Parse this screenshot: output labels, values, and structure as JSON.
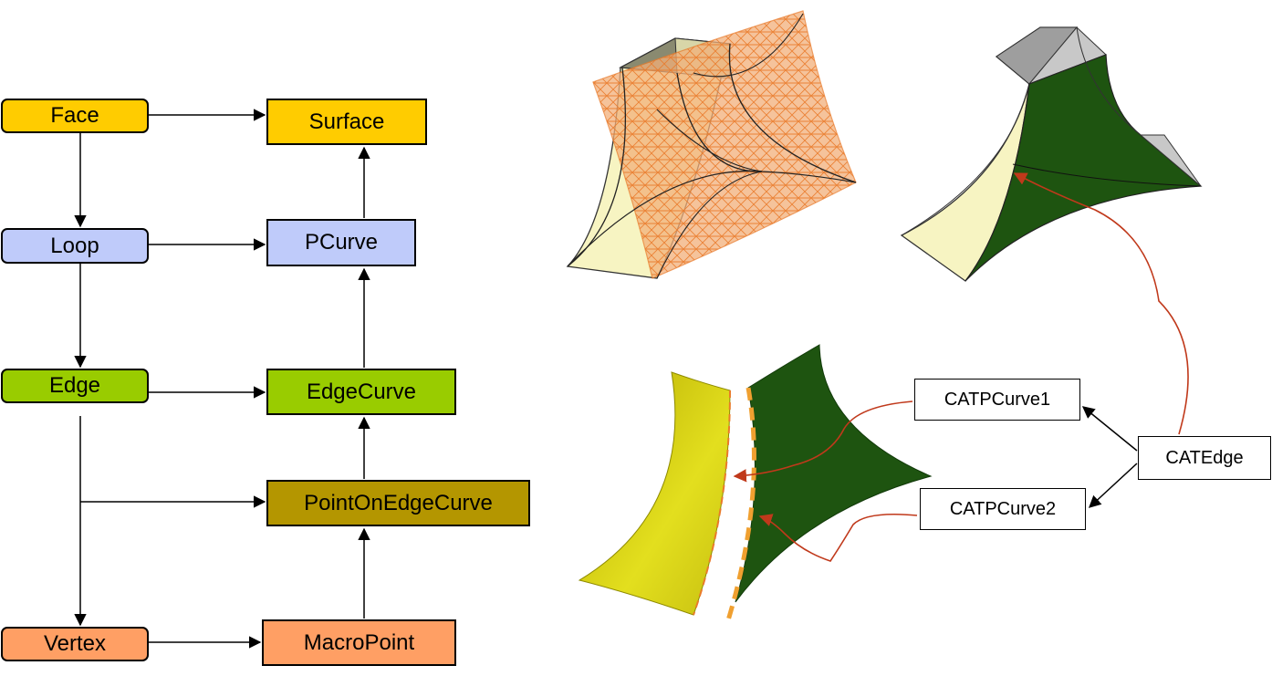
{
  "diagram": {
    "topology": {
      "face": "Face",
      "loop": "Loop",
      "edge": "Edge",
      "vertex": "Vertex"
    },
    "geometry": {
      "surface": "Surface",
      "pcurve": "PCurve",
      "edge_curve": "EdgeCurve",
      "point_on_edge_curve": "PointOnEdgeCurve",
      "macro_point": "MacroPoint"
    },
    "callouts": {
      "pcurve1": "CATPCurve1",
      "pcurve2": "CATPCurve2",
      "edge": "CATEdge"
    },
    "colors": {
      "face": "#ffcc00",
      "loop": "#bfcbfa",
      "edge": "#99cc00",
      "point_on_edge_curve": "#b49600",
      "vertex": "#ff9f64",
      "mesh": "#e97a2a",
      "dark_green": "#1e5410",
      "pale_yellow": "#f7f4c2",
      "connector_red": "#c0391b"
    }
  }
}
